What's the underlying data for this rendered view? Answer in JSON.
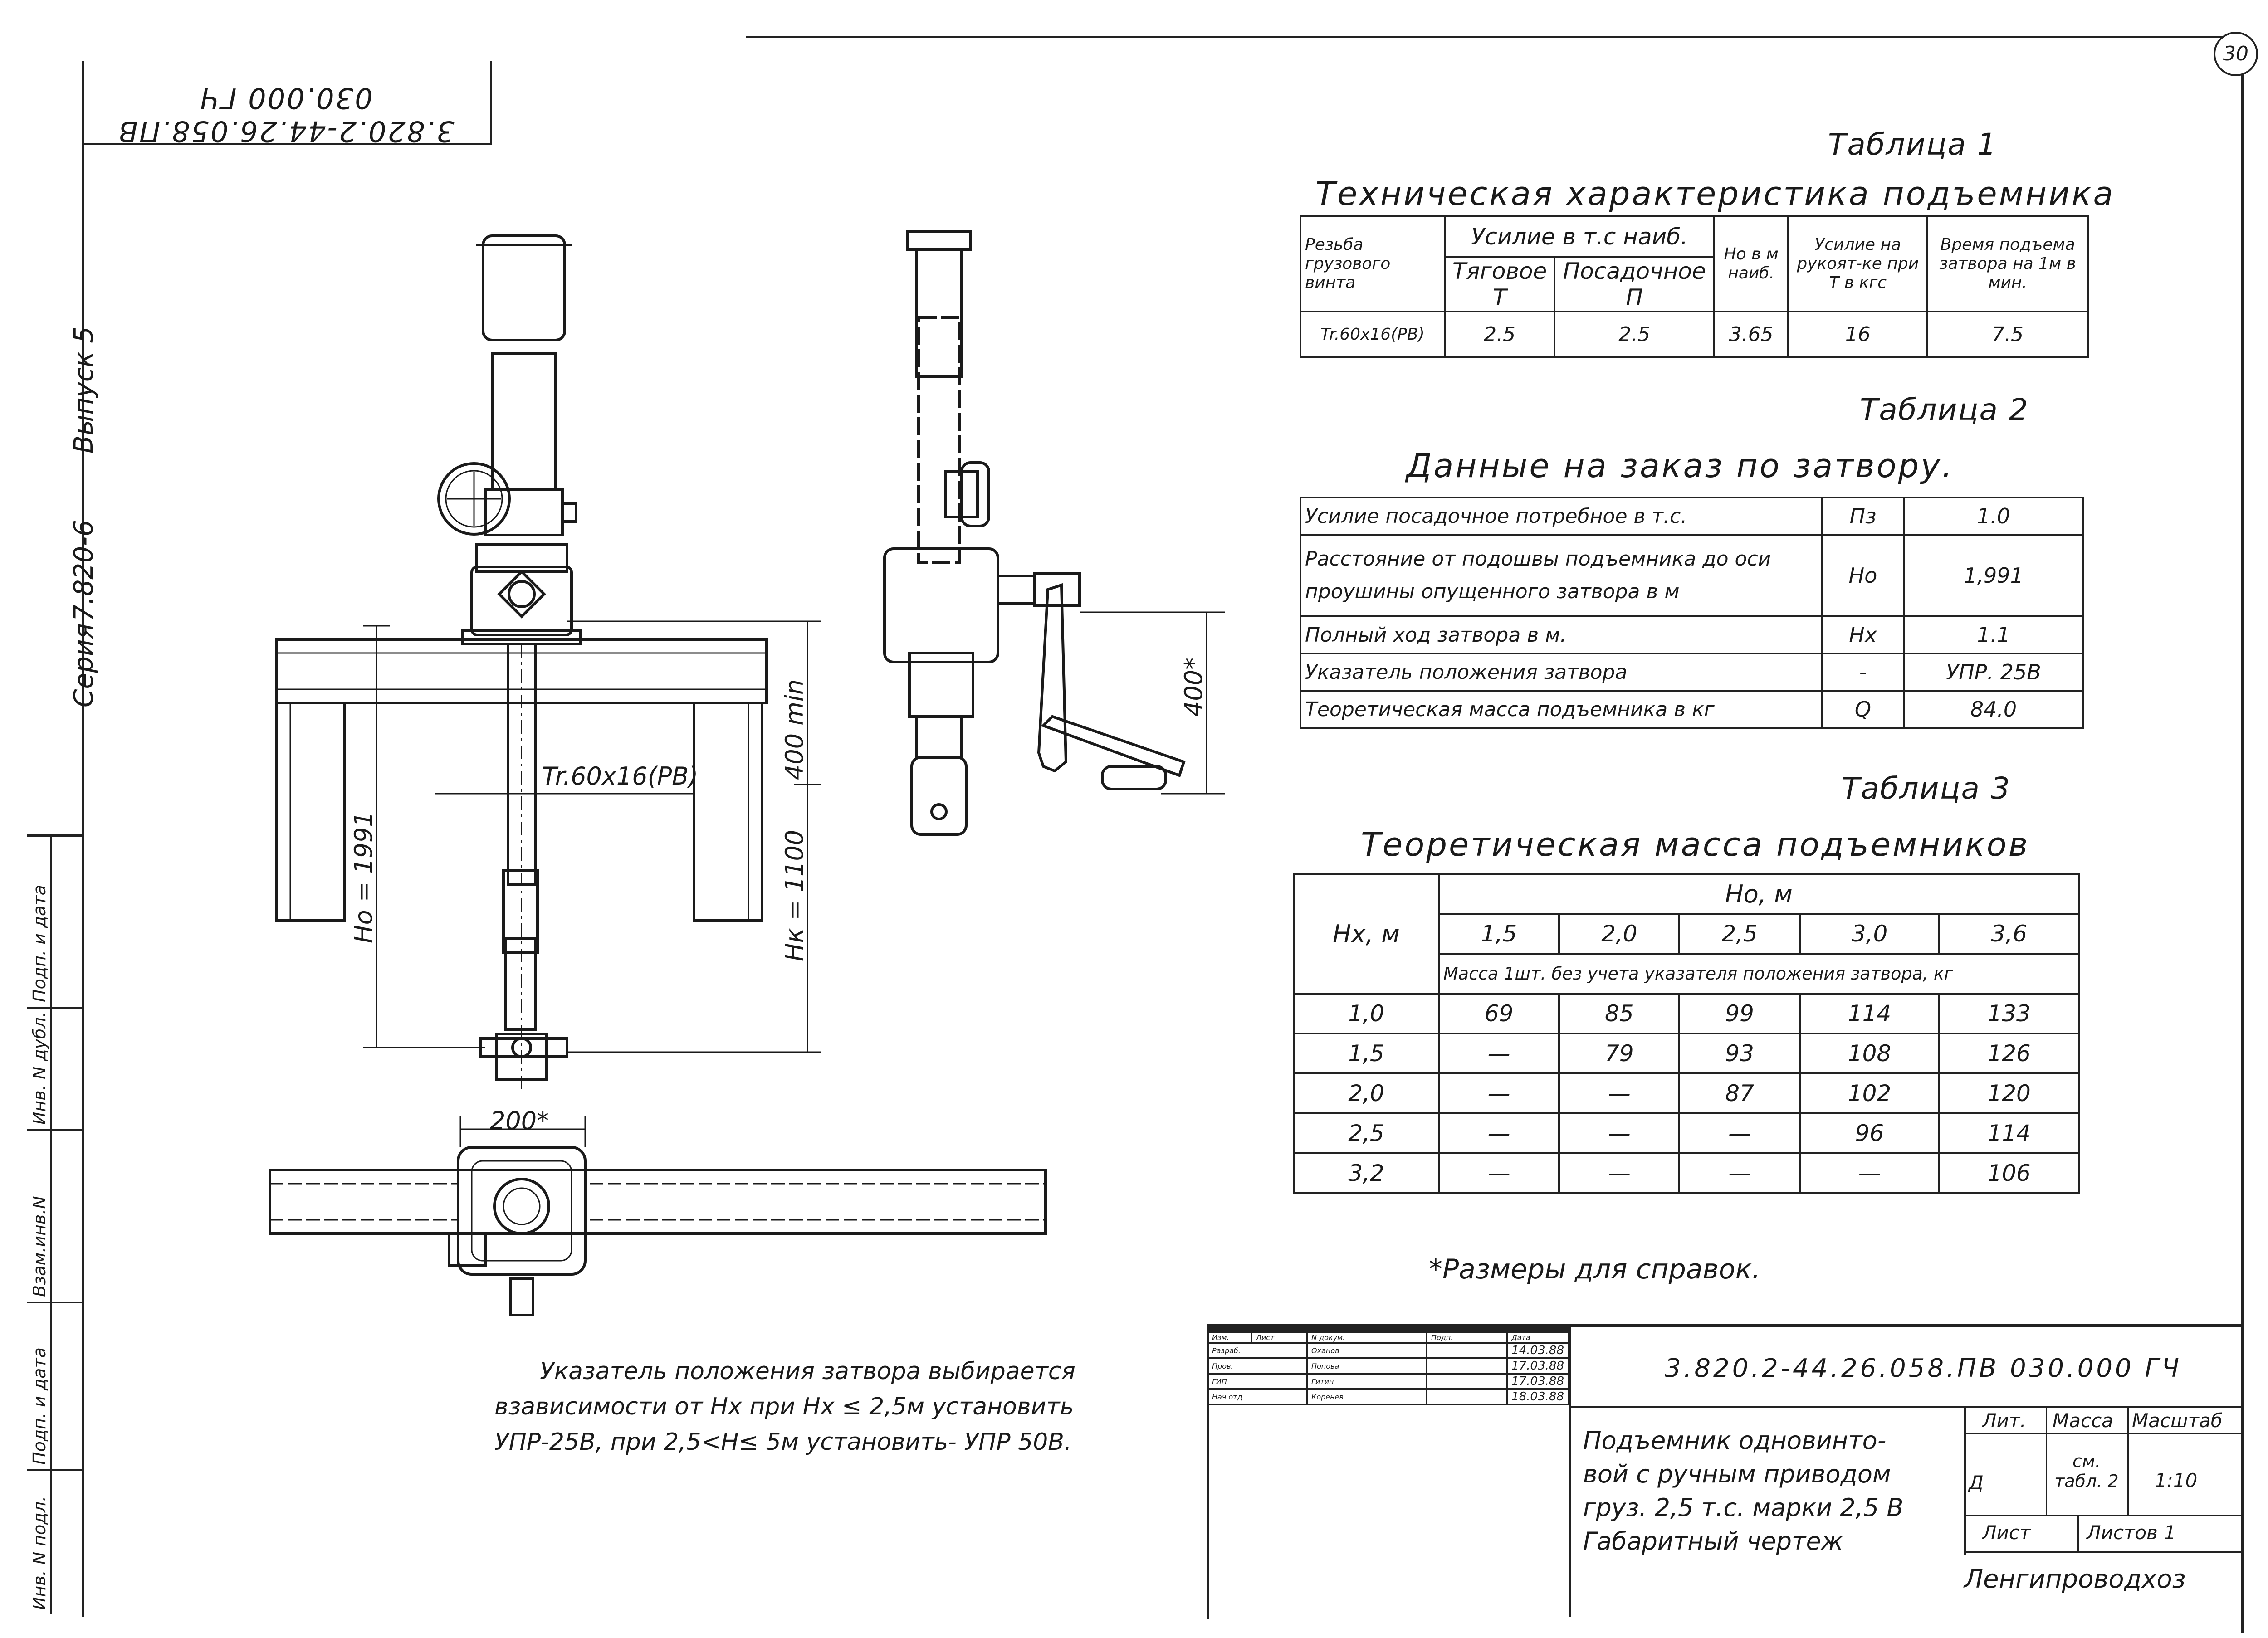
{
  "sheet_number": "30",
  "doc_code_rotated": "3.820.2-44.26.058.ПВ 030.000 ГЧ",
  "series": {
    "issue": "Выпуск 5",
    "series_num": "7.820-6",
    "series_label": "Серия"
  },
  "left_strip": [
    "Инв. N подл.",
    "Подп. и дата",
    "Взам.инв.N",
    "Инв. N дубл.",
    "Подп. и дата"
  ],
  "drawing": {
    "thread_label": "Tr.60x16(PB)",
    "h0_label": "Ho = 1991",
    "hk_label": "Hк = 1100",
    "min_label": "400 min",
    "dim400_label": "400*",
    "dim200_label": "200*"
  },
  "table1": {
    "caption": "Таблица 1",
    "title": "Техническая характеристика подъемника",
    "headers": {
      "thread": "Резьба грузового винта",
      "force": "Усилие в т.с наиб.",
      "traction": "Тяговое Т",
      "seating": "Посадочное П",
      "h0": "Ho в м наиб.",
      "handle": "Усилие на рукоят-ке при Т в кгс",
      "time": "Время подъема затвора на 1м в мин."
    },
    "row": [
      "Tr.60x16(PB)",
      "2.5",
      "2.5",
      "3.65",
      "16",
      "7.5"
    ]
  },
  "table2": {
    "caption": "Таблица 2",
    "title": "Данные на заказ по затвору.",
    "rows": [
      {
        "label": "Усилие посадочное потребное в т.с.",
        "sym": "Пз",
        "val": "1.0"
      },
      {
        "label": "Расстояние от подошвы подъемника до оси проушины опущенного затвора в м",
        "sym": "Ho",
        "val": "1,991"
      },
      {
        "label": "Полный ход затвора в м.",
        "sym": "Hx",
        "val": "1.1"
      },
      {
        "label": "Указатель положения затвора",
        "sym": "-",
        "val": "УПР. 25В"
      },
      {
        "label": "Теоретическая масса подъемника в кг",
        "sym": "Q",
        "val": "84.0"
      }
    ]
  },
  "table3": {
    "caption": "Таблица 3",
    "title": "Теоретическая масса подъемников",
    "hx_header": "Hx, м",
    "h0_header": "Ho, м",
    "h0_values": [
      "1,5",
      "2,0",
      "2,5",
      "3,0",
      "3,6"
    ],
    "mass_header": "Масса 1шт. без учета указателя положения затвора, кг",
    "rows": [
      [
        "1,0",
        "69",
        "85",
        "99",
        "114",
        "133"
      ],
      [
        "1,5",
        "—",
        "79",
        "93",
        "108",
        "126"
      ],
      [
        "2,0",
        "—",
        "—",
        "87",
        "102",
        "120"
      ],
      [
        "2,5",
        "—",
        "—",
        "—",
        "96",
        "114"
      ],
      [
        "3,2",
        "—",
        "—",
        "—",
        "—",
        "106"
      ]
    ]
  },
  "notes": {
    "reference": "*Размеры для справок.",
    "indicator_1": "Указатель положения затвора выбирается",
    "indicator_2": "взависимости от Hx при Hx ≤ 2,5м установить",
    "indicator_3": "УПР-25В, при 2,5<H≤ 5м установить- УПР 50В."
  },
  "stamp": {
    "code": "3.820.2-44.26.058.ПВ 030.000 ГЧ",
    "title_lines": [
      "Подъемник одновинто-",
      "вой с ручным приводом",
      "груз. 2,5 т.с. марки 2,5 В",
      "Габаритный чертеж"
    ],
    "cols": [
      "Изм.",
      "Лист",
      "N докум.",
      "Подп.",
      "Дата"
    ],
    "people": [
      {
        "role": "Разраб.",
        "name": "Оханов",
        "date": "14.03.88"
      },
      {
        "role": "Пров.",
        "name": "Попова",
        "date": "17.03.88"
      },
      {
        "role": "ГИП",
        "name": "Гитин",
        "date": "17.03.88"
      },
      {
        "role": "Нач.отд.",
        "name": "Коренев",
        "date": "18.03.88"
      }
    ],
    "lit": "Лит.",
    "mass": "Масса",
    "scale": "Масштаб",
    "lit_val": "Д",
    "mass_val": "см. табл. 2",
    "scale_val": "1:10",
    "sheet": "Лист",
    "sheets": "Листов 1",
    "org": "Ленгипроводхоз"
  }
}
